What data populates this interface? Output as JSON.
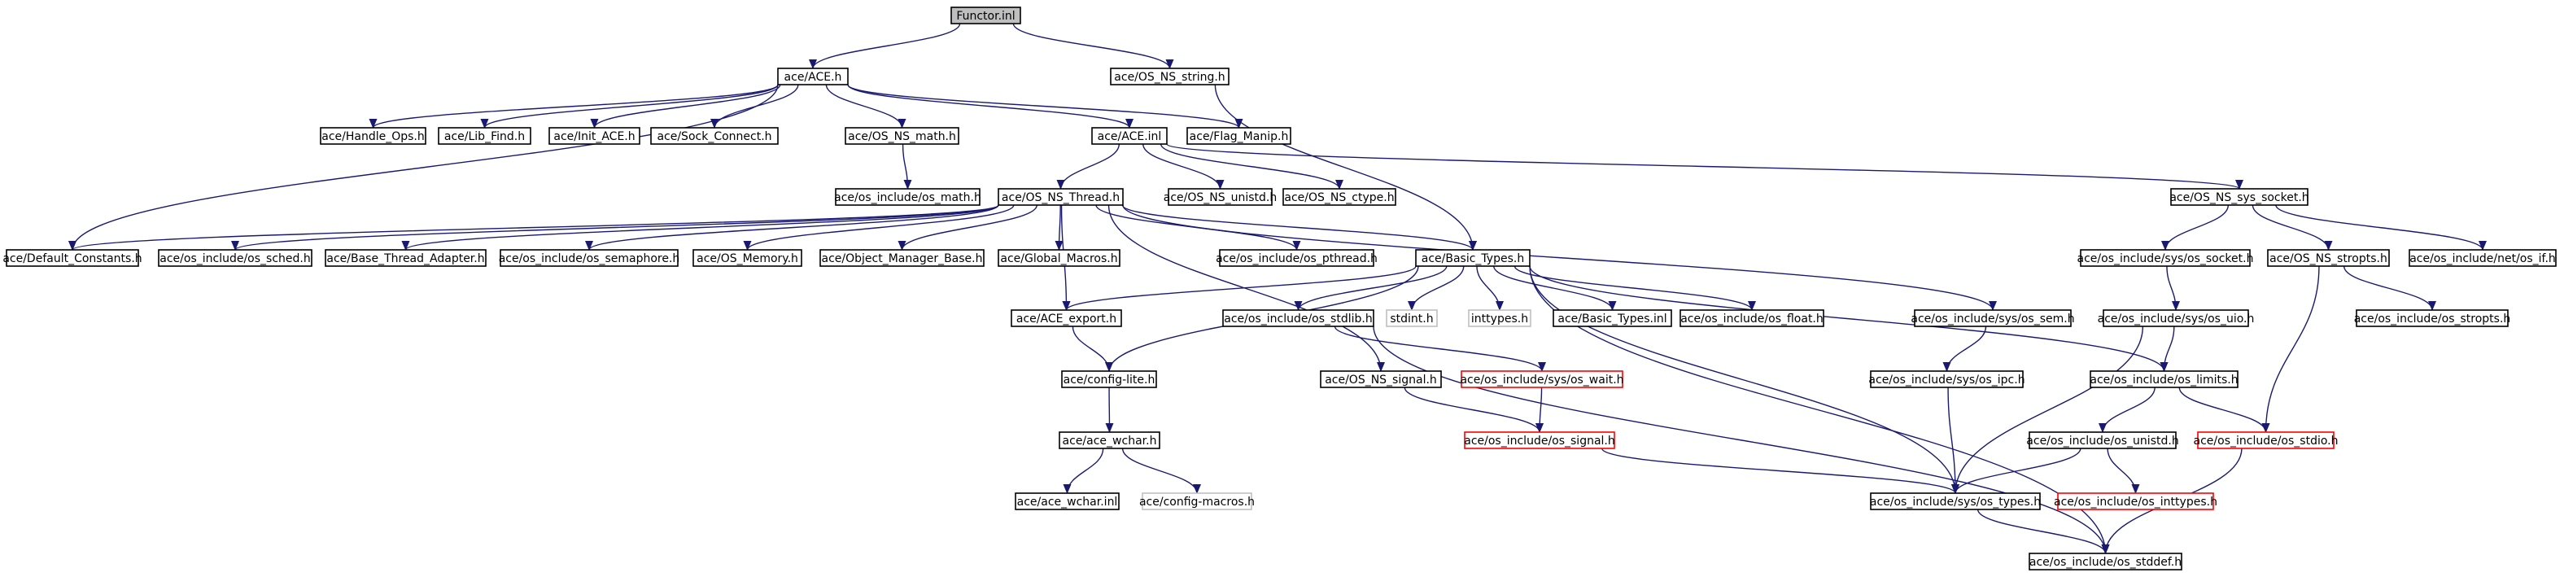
{
  "nodes": {
    "functor_inl": "Functor.inl",
    "ace_h": "ace/ACE.h",
    "os_ns_string_h": "ace/OS_NS_string.h",
    "handle_ops_h": "ace/Handle_Ops.h",
    "lib_find_h": "ace/Lib_Find.h",
    "init_ace_h": "ace/Init_ACE.h",
    "sock_connect_h": "ace/Sock_Connect.h",
    "os_ns_math_h": "ace/OS_NS_math.h",
    "ace_inl": "ace/ACE.inl",
    "flag_manip_h": "ace/Flag_Manip.h",
    "os_math_h": "ace/os_include/os_math.h",
    "os_ns_thread_h": "ace/OS_NS_Thread.h",
    "os_ns_unistd_h": "ace/OS_NS_unistd.h",
    "os_ns_ctype_h": "ace/OS_NS_ctype.h",
    "os_ns_sys_socket_h": "ace/OS_NS_sys_socket.h",
    "default_constants_h": "ace/Default_Constants.h",
    "os_sched_h": "ace/os_include/os_sched.h",
    "base_thread_adapter_h": "ace/Base_Thread_Adapter.h",
    "os_semaphore_h": "ace/os_include/os_semaphore.h",
    "os_memory_h": "ace/OS_Memory.h",
    "object_manager_base_h": "ace/Object_Manager_Base.h",
    "global_macros_h": "ace/Global_Macros.h",
    "os_pthread_h": "ace/os_include/os_pthread.h",
    "basic_types_h": "ace/Basic_Types.h",
    "sys_os_socket_h": "ace/os_include/sys/os_socket.h",
    "os_ns_stropts_h": "ace/OS_NS_stropts.h",
    "net_os_if_h": "ace/os_include/net/os_if.h",
    "ace_export_h": "ace/ACE_export.h",
    "os_stdlib_h": "ace/os_include/os_stdlib.h",
    "stdint_h": "stdint.h",
    "inttypes_h": "inttypes.h",
    "basic_types_inl": "ace/Basic_Types.inl",
    "os_float_h": "ace/os_include/os_float.h",
    "sys_os_sem_h": "ace/os_include/sys/os_sem.h",
    "sys_os_uio_h": "ace/os_include/sys/os_uio.h",
    "os_stropts_h": "ace/os_include/os_stropts.h",
    "config_lite_h": "ace/config-lite.h",
    "os_ns_signal_h": "ace/OS_NS_signal.h",
    "sys_os_wait_h": "ace/os_include/sys/os_wait.h",
    "sys_os_ipc_h": "ace/os_include/sys/os_ipc.h",
    "os_limits_h": "ace/os_include/os_limits.h",
    "ace_wchar_h": "ace/ace_wchar.h",
    "os_signal_h": "ace/os_include/os_signal.h",
    "os_unistd_h": "ace/os_include/os_unistd.h",
    "os_stdio_h": "ace/os_include/os_stdio.h",
    "ace_wchar_inl": "ace/ace_wchar.inl",
    "config_macros_h": "ace/config-macros.h",
    "sys_os_types_h": "ace/os_include/sys/os_types.h",
    "os_inttypes_h": "ace/os_include/os_inttypes.h",
    "os_stddef_h": "ace/os_include/os_stddef.h"
  },
  "edges": [
    [
      "functor_inl",
      "ace_h"
    ],
    [
      "functor_inl",
      "os_ns_string_h"
    ],
    [
      "ace_h",
      "handle_ops_h"
    ],
    [
      "ace_h",
      "lib_find_h"
    ],
    [
      "ace_h",
      "init_ace_h"
    ],
    [
      "ace_h",
      "sock_connect_h"
    ],
    [
      "ace_h",
      "os_ns_math_h"
    ],
    [
      "ace_h",
      "ace_inl"
    ],
    [
      "ace_h",
      "flag_manip_h"
    ],
    [
      "ace_h",
      "default_constants_h"
    ],
    [
      "os_ns_string_h",
      "basic_types_h"
    ],
    [
      "os_ns_math_h",
      "os_math_h"
    ],
    [
      "ace_inl",
      "os_ns_thread_h"
    ],
    [
      "ace_inl",
      "os_ns_unistd_h"
    ],
    [
      "ace_inl",
      "os_ns_ctype_h"
    ],
    [
      "ace_inl",
      "os_ns_sys_socket_h"
    ],
    [
      "os_ns_thread_h",
      "default_constants_h"
    ],
    [
      "os_ns_thread_h",
      "os_sched_h"
    ],
    [
      "os_ns_thread_h",
      "base_thread_adapter_h"
    ],
    [
      "os_ns_thread_h",
      "os_semaphore_h"
    ],
    [
      "os_ns_thread_h",
      "os_memory_h"
    ],
    [
      "os_ns_thread_h",
      "object_manager_base_h"
    ],
    [
      "os_ns_thread_h",
      "global_macros_h"
    ],
    [
      "os_ns_thread_h",
      "os_pthread_h"
    ],
    [
      "os_ns_thread_h",
      "basic_types_h"
    ],
    [
      "os_ns_thread_h",
      "ace_export_h"
    ],
    [
      "os_ns_thread_h",
      "os_ns_signal_h"
    ],
    [
      "os_ns_thread_h",
      "sys_os_sem_h"
    ],
    [
      "os_ns_sys_socket_h",
      "sys_os_socket_h"
    ],
    [
      "os_ns_sys_socket_h",
      "os_ns_stropts_h"
    ],
    [
      "os_ns_sys_socket_h",
      "net_os_if_h"
    ],
    [
      "basic_types_h",
      "ace_export_h"
    ],
    [
      "basic_types_h",
      "config_lite_h"
    ],
    [
      "basic_types_h",
      "os_stdlib_h"
    ],
    [
      "basic_types_h",
      "stdint_h"
    ],
    [
      "basic_types_h",
      "inttypes_h"
    ],
    [
      "basic_types_h",
      "basic_types_inl"
    ],
    [
      "basic_types_h",
      "os_float_h"
    ],
    [
      "basic_types_h",
      "os_limits_h"
    ],
    [
      "basic_types_h",
      "sys_os_types_h"
    ],
    [
      "basic_types_h",
      "os_stddef_h"
    ],
    [
      "os_ns_stropts_h",
      "os_stropts_h"
    ],
    [
      "os_ns_stropts_h",
      "os_stdio_h"
    ],
    [
      "sys_os_socket_h",
      "sys_os_uio_h"
    ],
    [
      "sys_os_uio_h",
      "os_limits_h"
    ],
    [
      "sys_os_uio_h",
      "sys_os_types_h"
    ],
    [
      "sys_os_sem_h",
      "sys_os_ipc_h"
    ],
    [
      "sys_os_ipc_h",
      "sys_os_types_h"
    ],
    [
      "ace_export_h",
      "config_lite_h"
    ],
    [
      "os_stdlib_h",
      "sys_os_wait_h"
    ],
    [
      "os_stdlib_h",
      "os_stddef_h"
    ],
    [
      "sys_os_wait_h",
      "os_signal_h"
    ],
    [
      "os_ns_signal_h",
      "os_signal_h"
    ],
    [
      "os_signal_h",
      "sys_os_types_h"
    ],
    [
      "config_lite_h",
      "ace_wchar_h"
    ],
    [
      "ace_wchar_h",
      "ace_wchar_inl"
    ],
    [
      "ace_wchar_h",
      "config_macros_h"
    ],
    [
      "os_limits_h",
      "os_unistd_h"
    ],
    [
      "os_limits_h",
      "os_stdio_h"
    ],
    [
      "os_unistd_h",
      "sys_os_types_h"
    ],
    [
      "os_unistd_h",
      "os_inttypes_h"
    ],
    [
      "os_stdio_h",
      "os_stddef_h"
    ],
    [
      "sys_os_types_h",
      "os_stddef_h"
    ]
  ],
  "colors": {
    "edge": "#191970",
    "root_fill": "#bfbfbf",
    "truncated_border": "#ff0000",
    "undocumented_border": "#bfbfbf",
    "node_border": "#000000"
  }
}
